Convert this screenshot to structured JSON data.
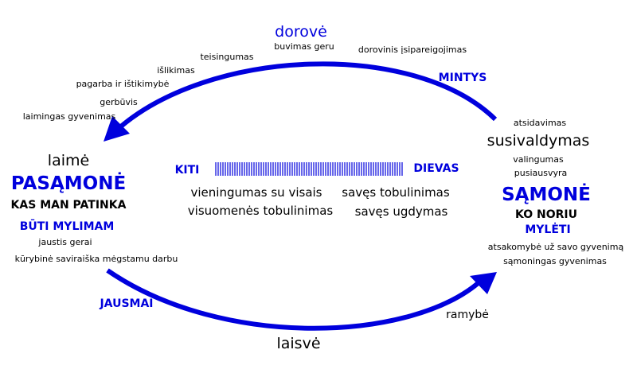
{
  "colors": {
    "accent": "#0000dd",
    "text": "#000000",
    "background": "#ffffff"
  },
  "top": {
    "heading": "dorovė",
    "words": [
      "buvimas geru",
      "dorovinis įsipareigojimas",
      "teisingumas",
      "išlikimas",
      "pagarba ir ištikimybė",
      "gerbūvis",
      "laimingas gyvenimas"
    ],
    "arrow_label": "MINTYS"
  },
  "left": {
    "word": "laimė",
    "title": "PASĄMONĖ",
    "subtitle": "KAS MAN PATINKA",
    "blue_label": "BŪTI MYLIMAM",
    "words": [
      "jaustis gerai",
      "kūrybinė saviraiška mėgstamu darbu"
    ]
  },
  "right": {
    "word_small": "atsidavimas",
    "word_large": "susivaldymas",
    "words": [
      "valingumas",
      "pusiausvyra"
    ],
    "title": "SĄMONĖ",
    "subtitle": "KO NORIU",
    "blue_label": "MYLĖTI",
    "words_bottom": [
      "atsakomybė už savo gyvenimą",
      "sąmoningas gyvenimas"
    ]
  },
  "center": {
    "left_label": "KITI",
    "right_label": "DIEVAS",
    "left_lines": [
      "vieningumas su visais",
      "visuomenės tobulinimas"
    ],
    "right_lines": [
      "savęs tobulinimas",
      "savęs ugdymas"
    ]
  },
  "bottom": {
    "word": "laisvė",
    "arrow_label": "JAUSMAI",
    "right_word": "ramybė"
  }
}
